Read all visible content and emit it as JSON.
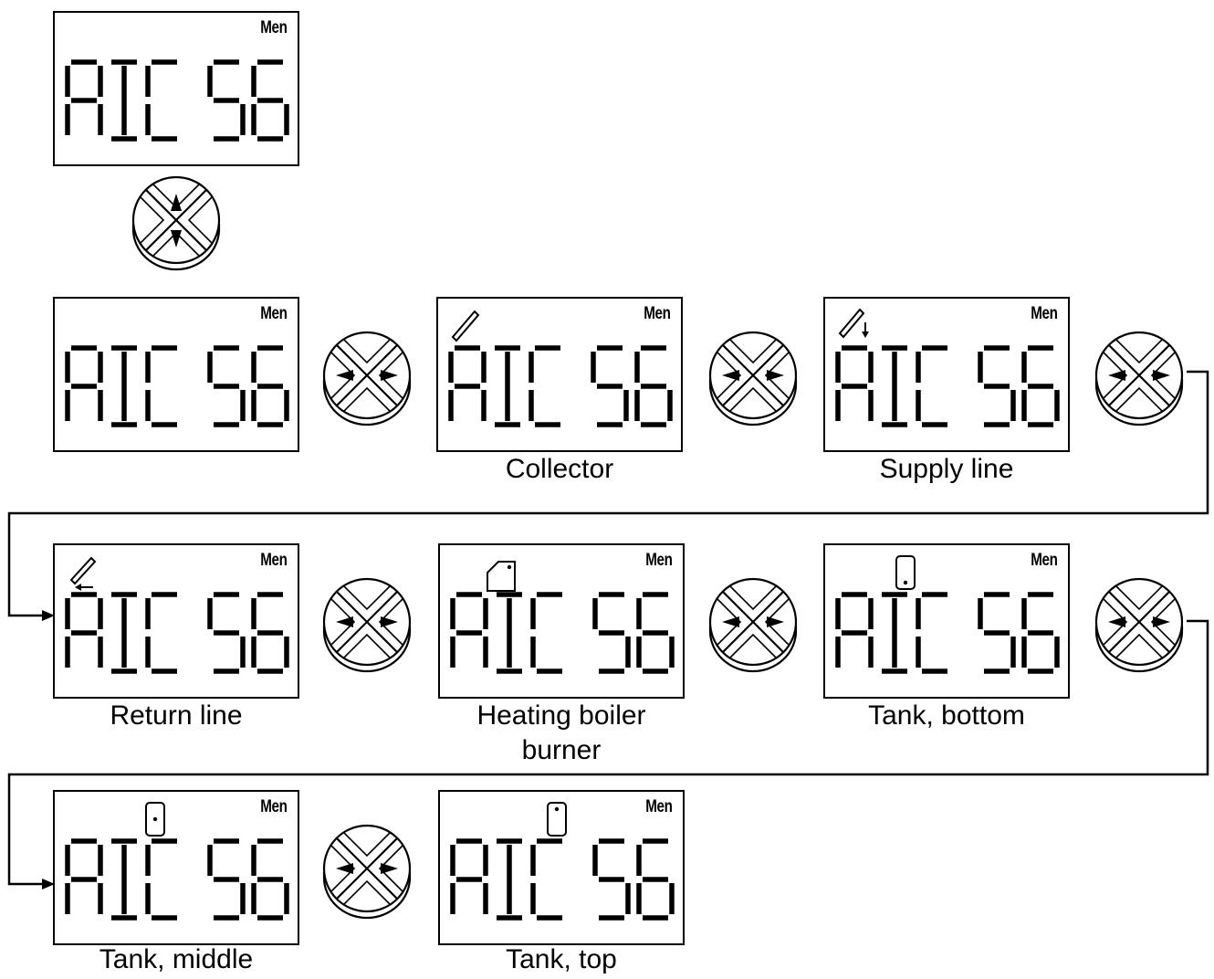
{
  "display_text": "AIC 56",
  "mode_label": "Men",
  "captions": {
    "collector": "Collector",
    "supply_line": "Supply line",
    "return_line": "Return line",
    "heating_boiler_burner": "Heating boiler burner",
    "tank_bottom": "Tank, bottom",
    "tank_middle": "Tank, middle",
    "tank_top": "Tank, top"
  }
}
